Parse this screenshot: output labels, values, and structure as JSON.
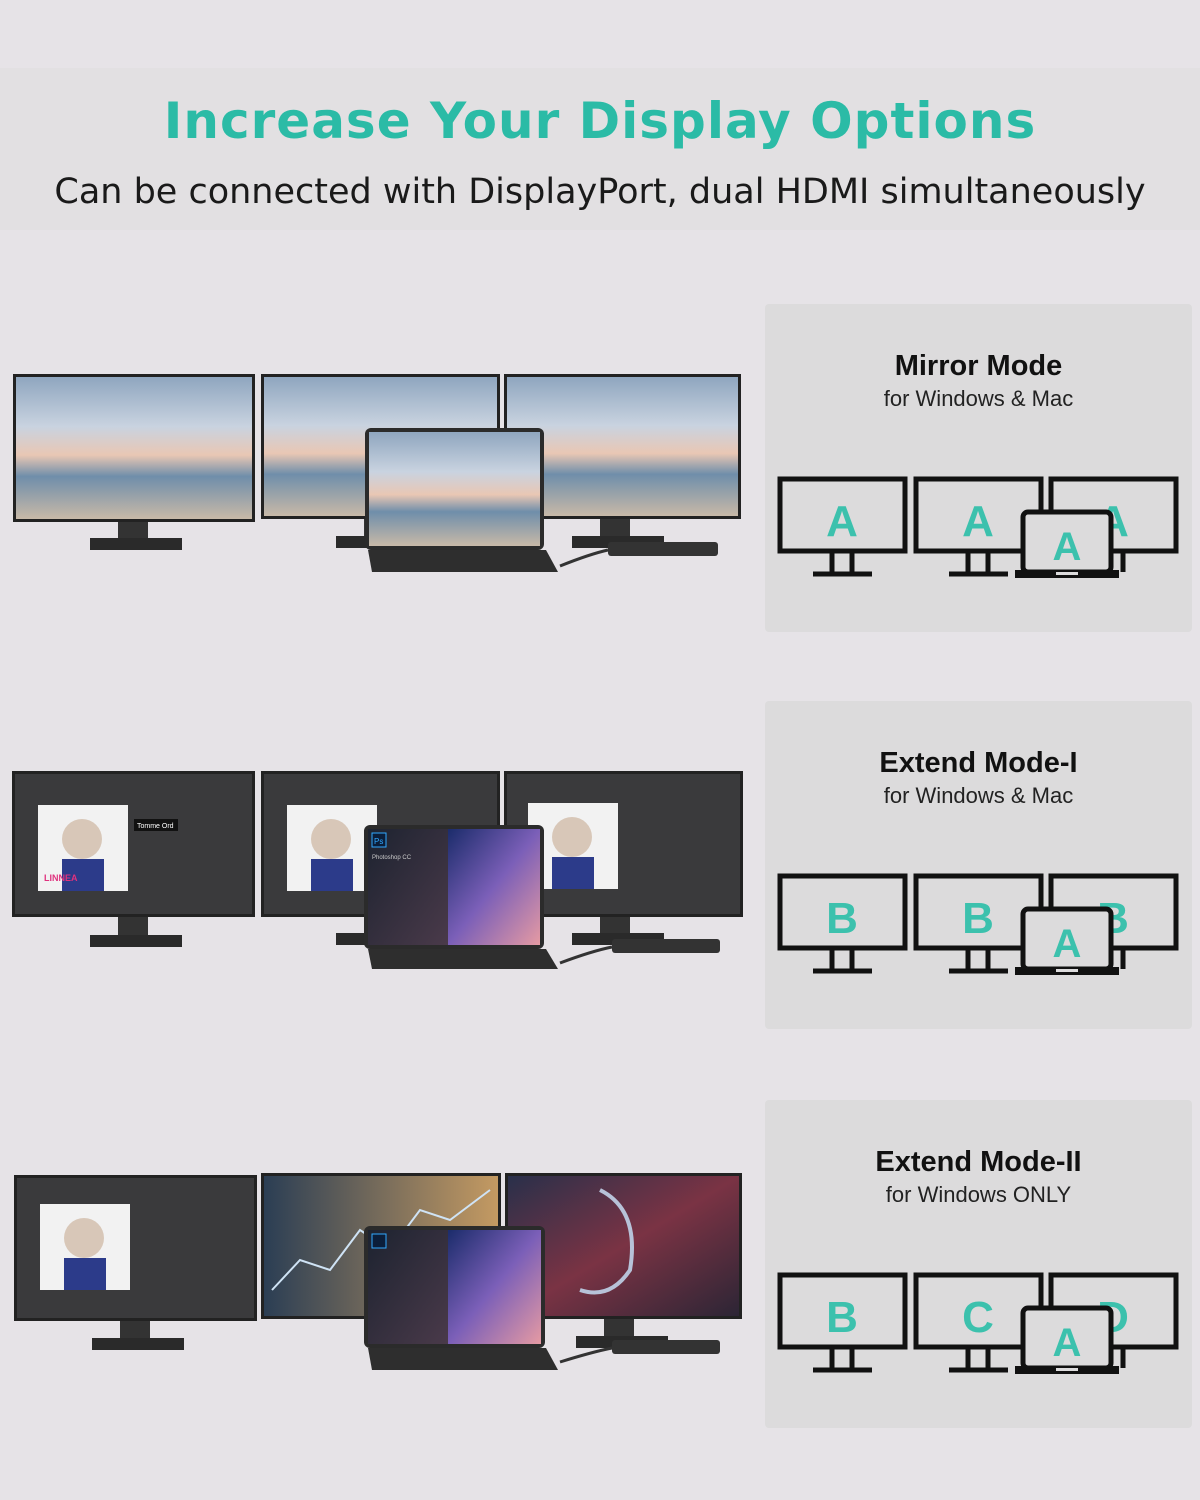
{
  "header": {
    "title": "Increase Your Display Options",
    "subtitle": "Can be connected with DisplayPort, dual HDMI simultaneously"
  },
  "modes": [
    {
      "title": "Mirror Mode",
      "subtitle": "for Windows & Mac",
      "monitor_labels": [
        "A",
        "A",
        "A"
      ],
      "laptop_label": "A"
    },
    {
      "title": "Extend Mode-I",
      "subtitle": "for Windows & Mac",
      "monitor_labels": [
        "B",
        "B",
        "B"
      ],
      "laptop_label": "A"
    },
    {
      "title": "Extend Mode-II",
      "subtitle": "for Windows ONLY",
      "monitor_labels": [
        "B",
        "C",
        "D"
      ],
      "laptop_label": "A"
    }
  ],
  "screen_text": {
    "row2_left_title": "Tomme Ord",
    "row2_brand": "LINNEA",
    "app_name": "Photoshop CC",
    "app_icon": "Ps"
  },
  "colors": {
    "accent": "#2bbba6",
    "diagram_letter": "#3cc1ad",
    "card_bg": "#dcdbdc"
  }
}
